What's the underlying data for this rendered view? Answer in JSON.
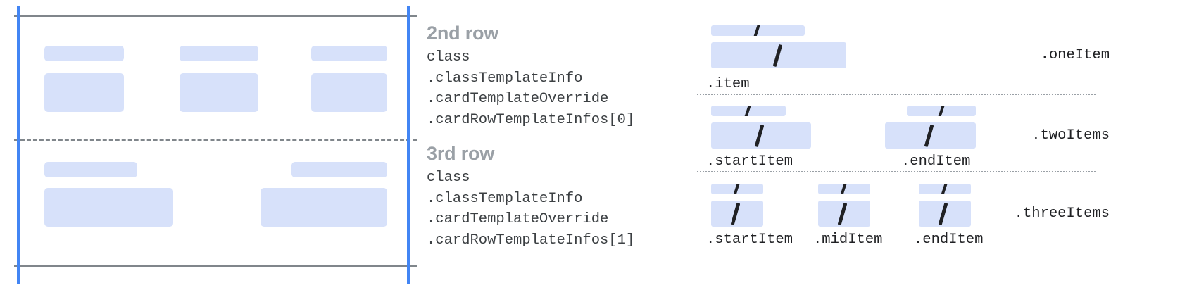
{
  "colors": {
    "placeholder_fill": "#d7e1fa",
    "guide_blue": "#4285f4",
    "rule_gray": "#80868b",
    "heading_gray": "#9aa0a6",
    "code_text": "#3c4043",
    "slash_dark": "#202124",
    "background": "#ffffff"
  },
  "card_frame": {
    "rows": [
      {
        "name": "2nd row",
        "columns": [
          {
            "label_bar": true,
            "content_block": true
          },
          {
            "label_bar": true,
            "content_block": true
          },
          {
            "label_bar": true,
            "content_block": true
          }
        ]
      },
      {
        "name": "3rd row",
        "columns": [
          {
            "label_bar": true,
            "content_block": true
          },
          {
            "label_bar": true,
            "content_block": true
          }
        ]
      }
    ]
  },
  "annotations": [
    {
      "heading": "2nd row",
      "code_lines": [
        "class",
        ".classTemplateInfo",
        ".cardTemplateOverride",
        ".cardRowTemplateInfos[0]"
      ]
    },
    {
      "heading": "3rd row",
      "code_lines": [
        "class",
        ".classTemplateInfo",
        ".cardTemplateOverride",
        ".cardRowTemplateInfos[1]"
      ]
    }
  ],
  "variants": [
    {
      "group_name": ".oneItem",
      "items": [
        {
          "label": ".item"
        }
      ]
    },
    {
      "group_name": ".twoItems",
      "items": [
        {
          "label": ".startItem"
        },
        {
          "label": ".endItem"
        }
      ]
    },
    {
      "group_name": ".threeItems",
      "items": [
        {
          "label": ".startItem"
        },
        {
          "label": ".midItem"
        },
        {
          "label": ".endItem"
        }
      ]
    }
  ]
}
